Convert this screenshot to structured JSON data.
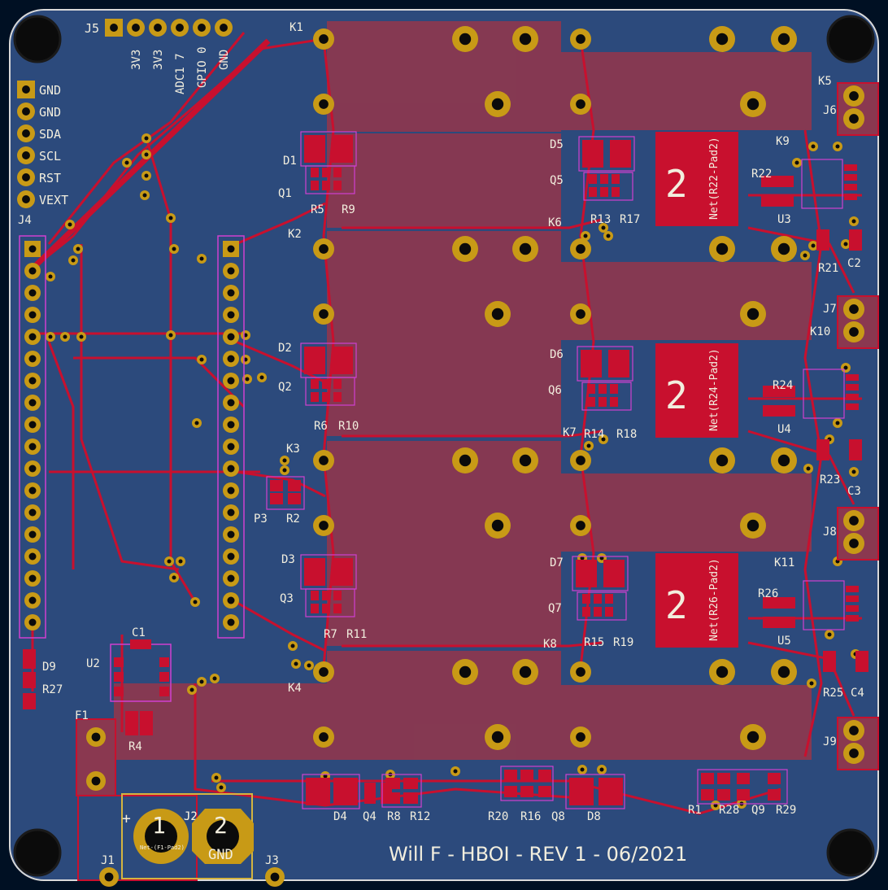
{
  "colors": {
    "background": "#001023",
    "board": "#2c4a7c",
    "copper_pour_red": "#8a3850",
    "trace": "#c8102e",
    "pad_gold": "#c89a16",
    "drill": "#0b0b0b",
    "silkscreen": "#f2eede",
    "courtyard": "#d040d0"
  },
  "board": {
    "signature": "Will F - HBOI - REV 1 - 06/2021"
  },
  "header_j5": {
    "ref": "J5",
    "pins": [
      "3V3",
      "3V3",
      "ADC1 7",
      "GPIO 0",
      "GND"
    ]
  },
  "header_j4": {
    "ref": "J4",
    "pins": [
      "GND",
      "GND",
      "SDA",
      "SCL",
      "RST",
      "VEXT"
    ]
  },
  "relays": [
    {
      "ref": "K1"
    },
    {
      "ref": "K2"
    },
    {
      "ref": "K3"
    },
    {
      "ref": "K4"
    },
    {
      "ref": "K5"
    },
    {
      "ref": "K6"
    },
    {
      "ref": "K7"
    },
    {
      "ref": "K8"
    }
  ],
  "labels": [
    "D1",
    "Q1",
    "R5",
    "R9",
    "D2",
    "Q2",
    "R6",
    "R10",
    "D3",
    "Q3",
    "R7",
    "R11",
    "D4",
    "Q4",
    "R8",
    "R12",
    "D5",
    "Q5",
    "R13",
    "R17",
    "D6",
    "Q6",
    "R14",
    "R18",
    "D7",
    "Q7",
    "R15",
    "R19",
    "D8",
    "Q8",
    "R16",
    "R20",
    "R22",
    "R24",
    "R26",
    "K9",
    "K10",
    "K11",
    "J6",
    "J7",
    "J8",
    "J9",
    "U3",
    "U4",
    "U5",
    "R2",
    "R21",
    "R23",
    "R25",
    "C2",
    "C3",
    "C4",
    "P3",
    "U2",
    "C1",
    "R4",
    "F1",
    "J1",
    "J2",
    "J3",
    "D9",
    "R27",
    "R1",
    "R28",
    "Q9",
    "R29"
  ],
  "net_blocks": [
    {
      "pad": "2",
      "net": "Net(R22-Pad2)"
    },
    {
      "pad": "2",
      "net": "Net(R24-Pad2)"
    },
    {
      "pad": "2",
      "net": "Net(R26-Pad2)"
    }
  ],
  "terminal_j2": {
    "ref": "J2",
    "pin1": "1",
    "pin2": "2",
    "pin2_label": "GND",
    "pin1_net": "Net-(F1-Pad2)",
    "polarity": "+"
  }
}
